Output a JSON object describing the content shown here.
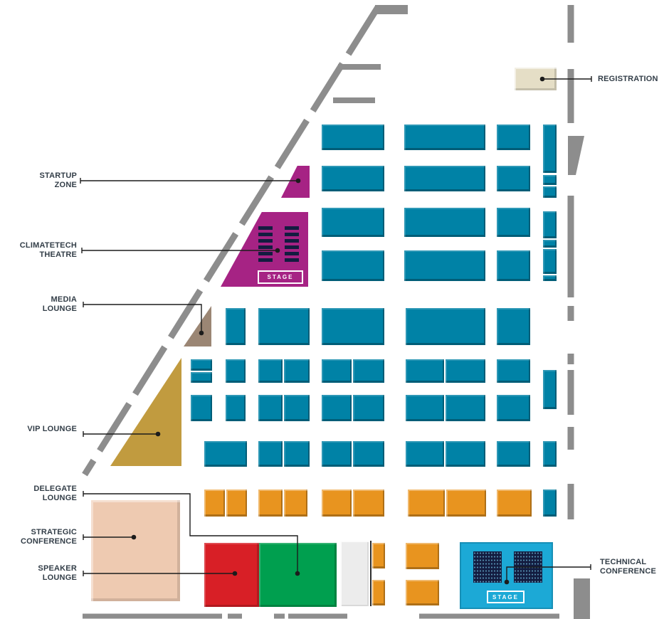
{
  "zones": {
    "registration": {
      "label": "REGISTRATION",
      "color": "#e5dec6"
    },
    "startup_zone": {
      "label": "STARTUP ZONE",
      "color": "#a62384"
    },
    "climatetech_theatre": {
      "label": "CLIMATETECH THEATRE",
      "color": "#a62384",
      "stage_label": "STAGE"
    },
    "media_lounge": {
      "label": "MEDIA LOUNGE",
      "color": "#9b8674"
    },
    "vip_lounge": {
      "label": "VIP LOUNGE",
      "color": "#c19b3f"
    },
    "delegate_lounge": {
      "label": "DELEGATE LOUNGE",
      "color": "#009f4f"
    },
    "strategic_conference": {
      "label": "STRATEGIC CONFERENCE",
      "color": "#eecab1"
    },
    "speaker_lounge": {
      "label": "SPEAKER LOUNGE",
      "color": "#d81f26"
    },
    "technical_conference": {
      "label": "TECHNICAL CONFERENCE",
      "color": "#1ca9d6",
      "stage_label": "STAGE"
    }
  },
  "booths": {
    "standard_color": "#0082a6",
    "premium_color": "#e8941f",
    "shell_color": "#ececec"
  },
  "structure": {
    "wall_color": "#8d8d8d",
    "leader_color": "#1c1c1c",
    "label_text_color": "#333e48",
    "seating_color": "#131c40",
    "stage_text_color": "#ffffff"
  }
}
